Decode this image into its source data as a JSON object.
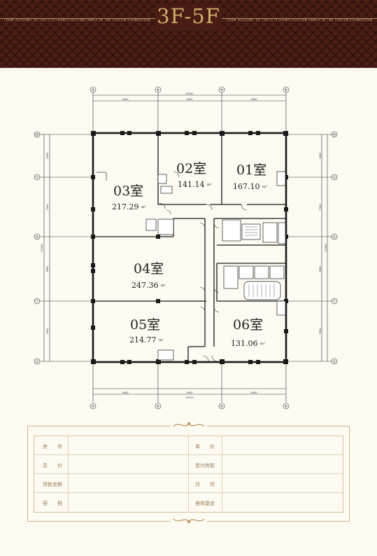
{
  "header": {
    "title": "3F-5F",
    "tagline_left": "FROM ACCOUNT OF THE CITY IDENTIFICATION FAMILY IN THE SYSTEM FOUNDATION",
    "tagline_right": "FROM ACCOUNT OF THE CITY IDENTIFICATION FAMILY IN THE SYSTEM FOUNDATION"
  },
  "plan": {
    "top_axes": [
      "⑤",
      "④",
      "⑤",
      "⑥"
    ],
    "bottom_axes": [
      "⑤",
      "④",
      "⑤",
      "⑥"
    ],
    "left_axes": [
      "Ⓦ",
      "Ⓥ",
      "Ⓤ",
      "Ⓣ",
      "Ⓢ"
    ],
    "right_axes": [
      "Ⓦ",
      "Ⓥ",
      "Ⓤ",
      "Ⓣ",
      "Ⓢ"
    ],
    "top_dims": [
      "9900",
      "9900",
      "9900"
    ],
    "top_total": "29700",
    "bottom_dims": [
      "9900",
      "9900",
      "9900"
    ],
    "bottom_total": "29700",
    "side_dims": [
      "6000",
      "7000",
      "9900",
      "7000"
    ],
    "side_total": "32000",
    "rooms": [
      {
        "name": "01室",
        "area": "167.10"
      },
      {
        "name": "02室",
        "area": "141.14"
      },
      {
        "name": "03室",
        "area": "217.29"
      },
      {
        "name": "04室",
        "area": "247.36"
      },
      {
        "name": "05室",
        "area": "214.77"
      },
      {
        "name": "06室",
        "area": "131.06"
      }
    ],
    "area_unit": "m²"
  },
  "info_table": {
    "left_labels": [
      "房　　号",
      "总　　价",
      "贷款金额",
      "契　　税"
    ],
    "right_labels": [
      "单　　价",
      "首付房款",
      "月　　供",
      "维修基金"
    ]
  },
  "colors": {
    "header_bg": "#4a1c14",
    "gold": "#d4ad6c",
    "page_bg": "#fcfaf1",
    "wall": "#1a1a1a"
  }
}
